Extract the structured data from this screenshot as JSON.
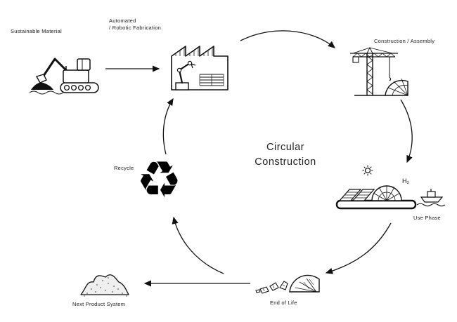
{
  "diagram": {
    "title_line1": "Circular",
    "title_line2": "Construction"
  },
  "nodes": {
    "sustainable_material": {
      "label": "Sustainable Material"
    },
    "fabrication": {
      "label_line1": "Automated",
      "label_line2": "/ Robotic Fabrication"
    },
    "construction_assembly": {
      "label": "Construction / Assembly"
    },
    "use_phase": {
      "label": "Use Phase",
      "hydrogen": "H₂"
    },
    "end_of_life": {
      "label": "End of Life"
    },
    "next_product_system": {
      "label": "Next Product System"
    },
    "recycle": {
      "label": "Recycle",
      "symbol": "♻"
    }
  },
  "colors": {
    "ink": "#111111",
    "background": "#ffffff"
  }
}
